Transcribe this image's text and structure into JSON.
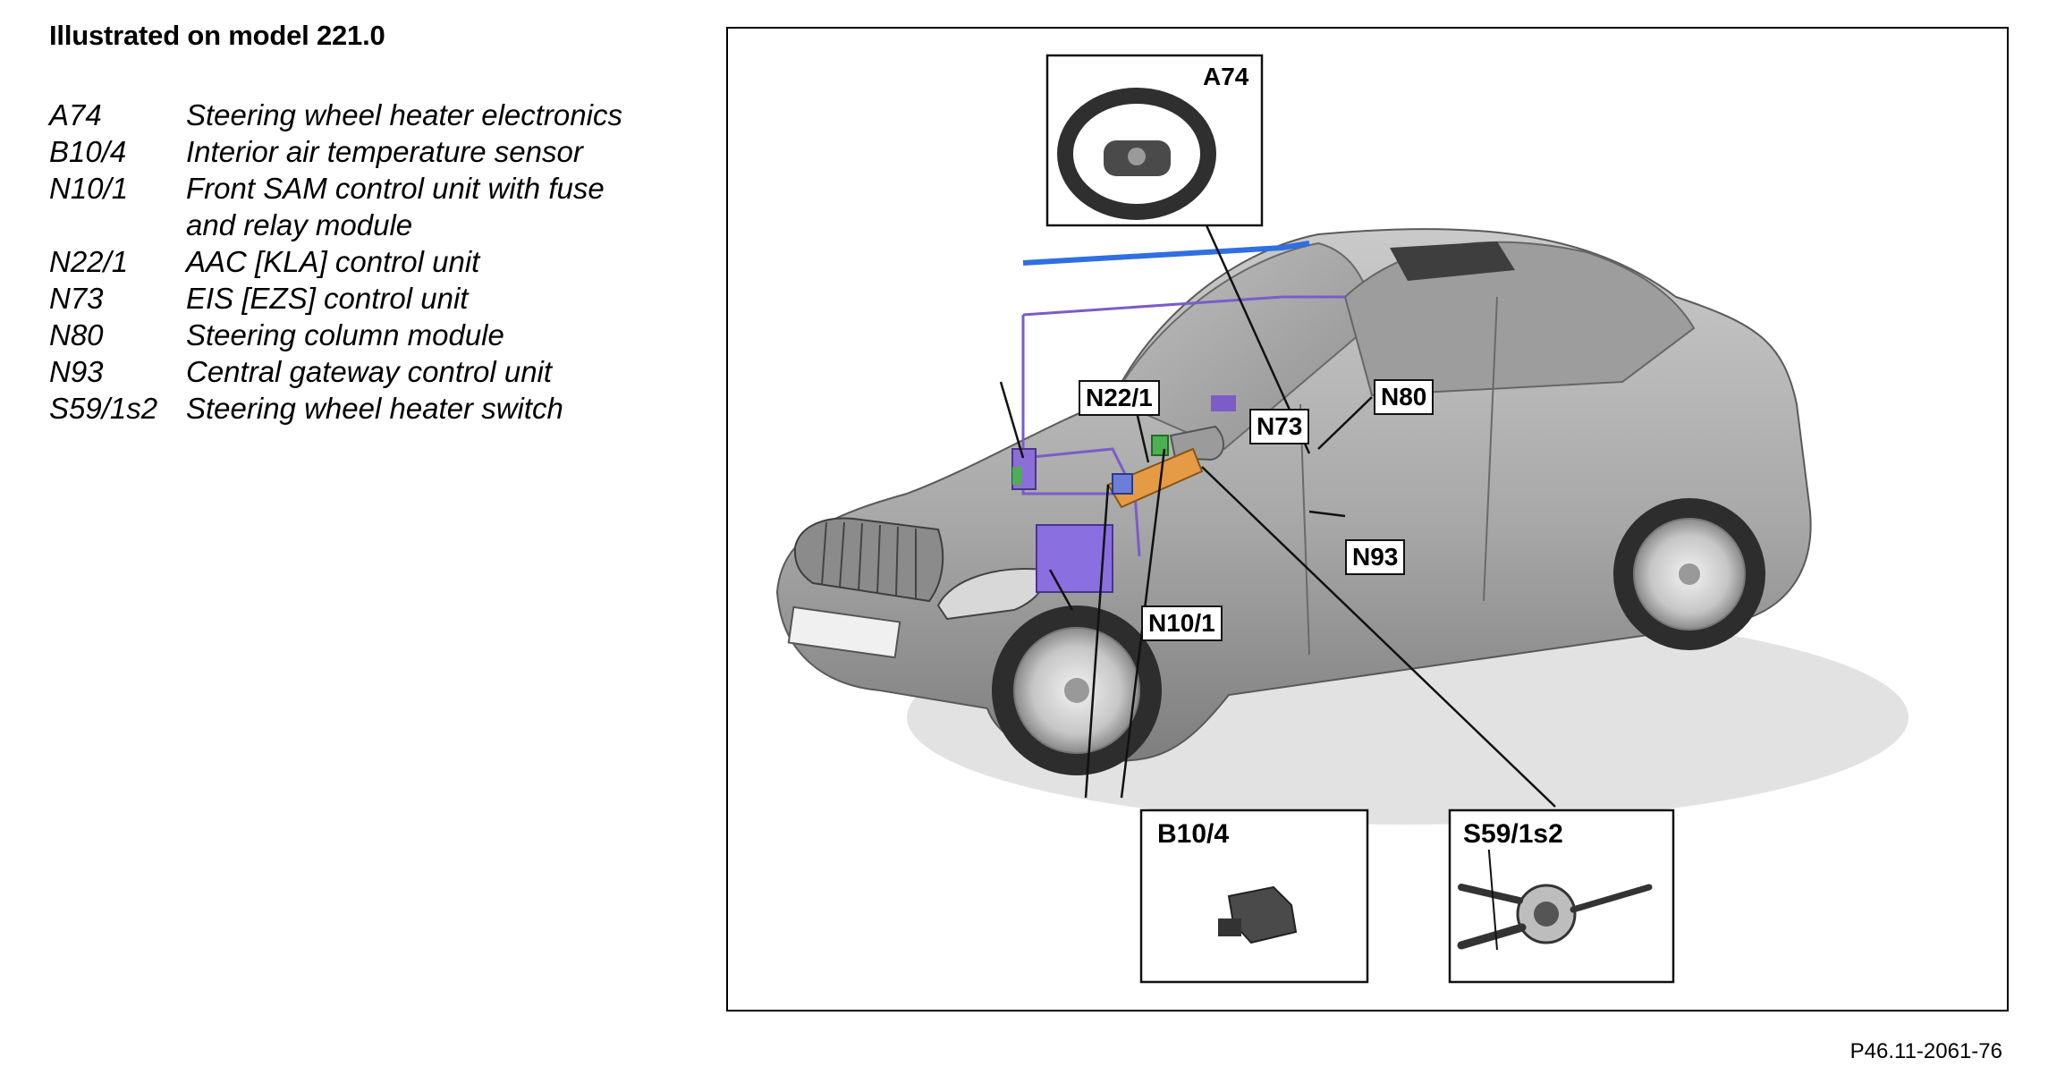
{
  "page_title": "Illustrated on model 221.0",
  "legend": [
    {
      "code": "A74",
      "lines": [
        "Steering wheel heater electronics"
      ]
    },
    {
      "code": "B10/4",
      "lines": [
        "Interior air temperature sensor"
      ]
    },
    {
      "code": "N10/1",
      "lines": [
        "Front SAM control unit with fuse",
        "and relay module"
      ]
    },
    {
      "code": "N22/1",
      "lines": [
        "AAC [KLA] control unit"
      ]
    },
    {
      "code": "N73",
      "lines": [
        "EIS [EZS] control unit"
      ]
    },
    {
      "code": "N80",
      "lines": [
        "Steering column module"
      ]
    },
    {
      "code": "N93",
      "lines": [
        "Central gateway control unit"
      ]
    },
    {
      "code": "S59/1s2",
      "lines": [
        "Steering wheel heater switch"
      ]
    }
  ],
  "figure": {
    "callouts": {
      "a74": "A74",
      "n22_1": "N22/1",
      "n80": "N80",
      "n73": "N73",
      "n93": "N93",
      "n10_1": "N10/1"
    },
    "details": {
      "b10_4": "B10/4",
      "s59_1s2": "S59/1s2"
    },
    "colors": {
      "body": "#a9aaa9",
      "wiring": "#7b5cc9",
      "steering_column": "#e59a46",
      "blue_accent": "#2f6fe0",
      "green_accent": "#4caf50"
    }
  },
  "reference_code": "P46.11-2061-76"
}
